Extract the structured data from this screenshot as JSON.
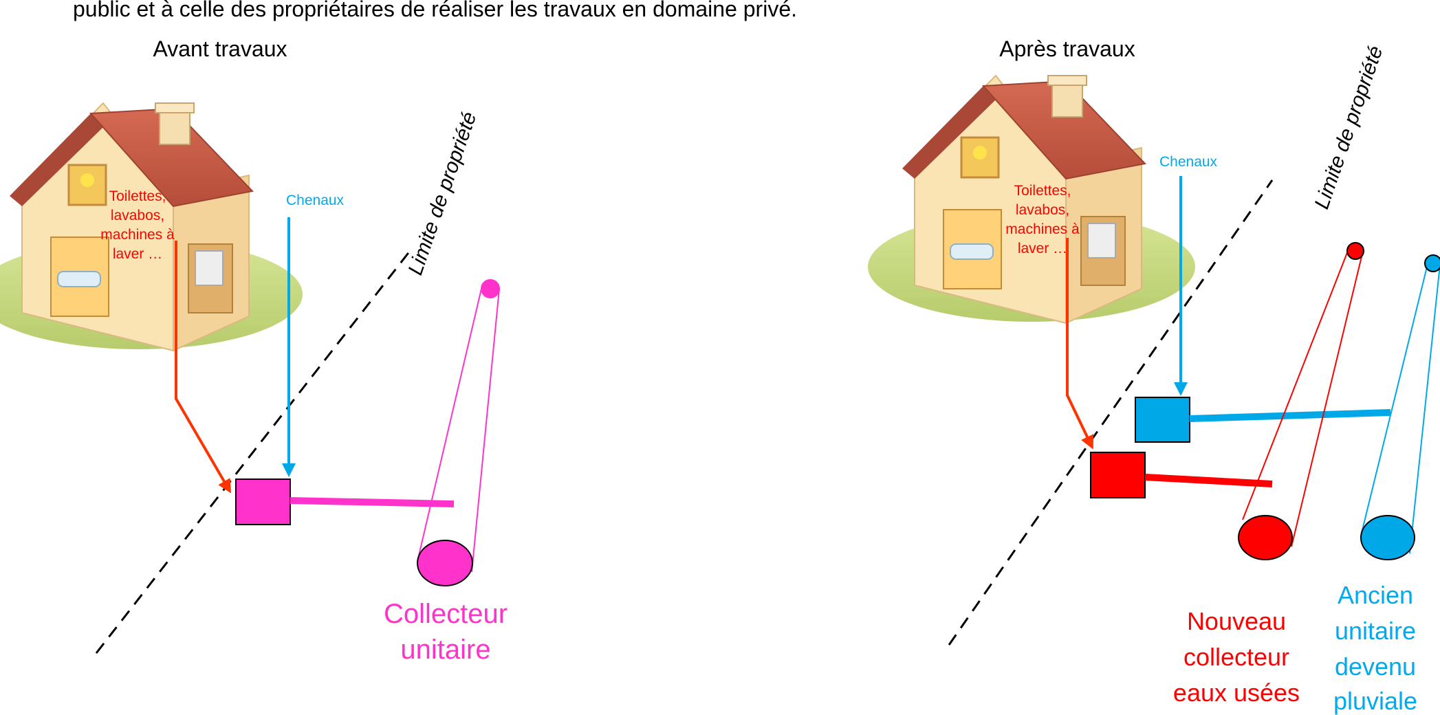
{
  "intro_text": "public et à celle des propriétaires de réaliser les travaux en domaine privé.",
  "before": {
    "title": "Avant travaux",
    "property_limit_label": "Limite de propriété",
    "wastewater_label_lines": [
      "Toilettes,",
      "lavabos,",
      "machines à",
      "laver …"
    ],
    "gutter_label": "Chenaux",
    "collector_label_lines": [
      "Collecteur",
      "unitaire"
    ]
  },
  "after": {
    "title": "Après travaux",
    "property_limit_label": "Limite de propriété",
    "wastewater_label_lines": [
      "Toilettes,",
      "lavabos,",
      "machines à",
      "laver …"
    ],
    "gutter_label": "Chenaux",
    "new_collector_label_lines": [
      "Nouveau",
      "collecteur",
      "eaux usées"
    ],
    "old_collector_label_lines": [
      "Ancien",
      "unitaire",
      "devenu",
      "pluviale"
    ]
  },
  "colors": {
    "unitary": "#ff33cc",
    "wastewater": "#ff0000",
    "wastewater_arrow": "#ff3300",
    "stormwater": "#00a8e8",
    "roof": "#c85a45",
    "wall": "#fbe4b4",
    "lawn": "#c9dc84",
    "dashed_line": "#000000",
    "label_red": "#ff0000",
    "label_blue": "#00aaee"
  }
}
